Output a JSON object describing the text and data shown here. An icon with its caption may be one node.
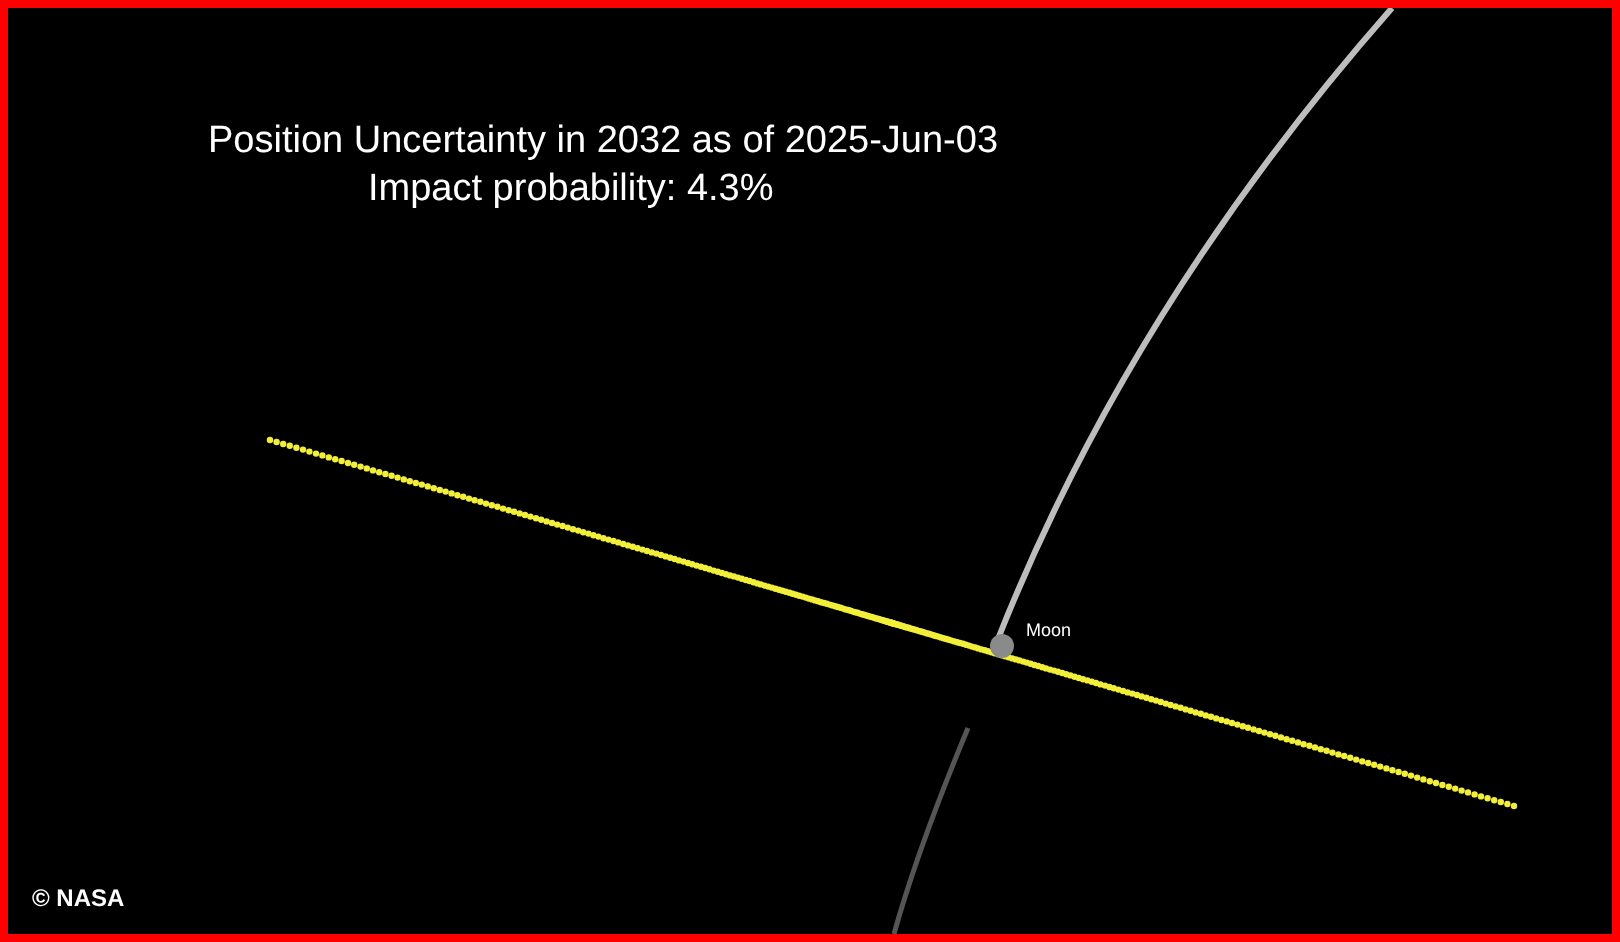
{
  "diagram": {
    "title": "Position Uncertainty in 2032 as of 2025-Jun-03",
    "labels": [
      "Impact probability: 4.3%",
      "Moon",
      "© NASA"
    ]
  }
}
